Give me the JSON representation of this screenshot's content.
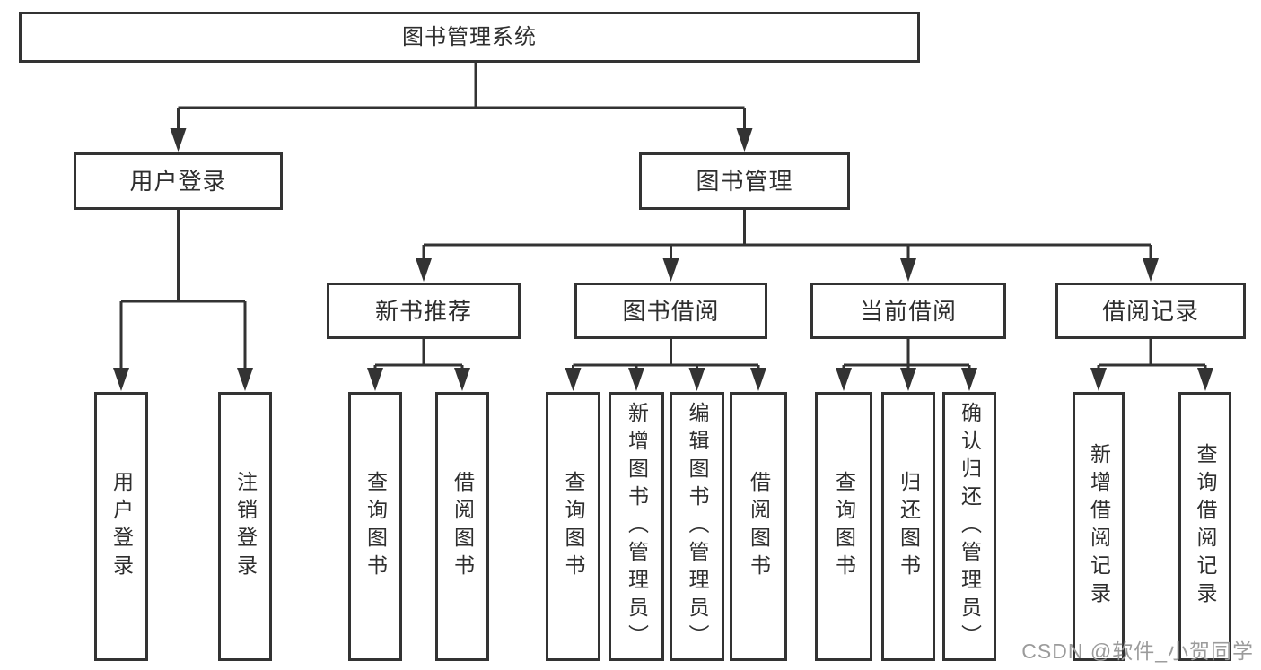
{
  "diagram": {
    "title": "图书管理系统",
    "nodes": {
      "root": "图书管理系统",
      "user_login": "用户登录",
      "book_mgmt": "图书管理",
      "login": "用户登录",
      "logout": "注销登录",
      "new_book_rec": "新书推荐",
      "book_borrow": "图书借阅",
      "current_borrow": "当前借阅",
      "borrow_record": "借阅记录",
      "nb_query": "查询图书",
      "nb_borrow": "借阅图书",
      "bb_query": "查询图书",
      "bb_add": "新增图书（管理员）",
      "bb_edit": "编辑图书（管理员）",
      "bb_borrow": "借阅图书",
      "cb_query": "查询图书",
      "cb_return": "归还图书",
      "cb_confirm": "确认归还（管理员）",
      "br_add": "新增借阅记录",
      "br_query": "查询借阅记录"
    },
    "colors": {
      "line": "#333333",
      "border": "#333333",
      "text": "#2e2e2e",
      "background": "#ffffff"
    }
  },
  "watermark": {
    "text": "CSDN @软件_小贺同学",
    "color": "#9b9b9b"
  }
}
